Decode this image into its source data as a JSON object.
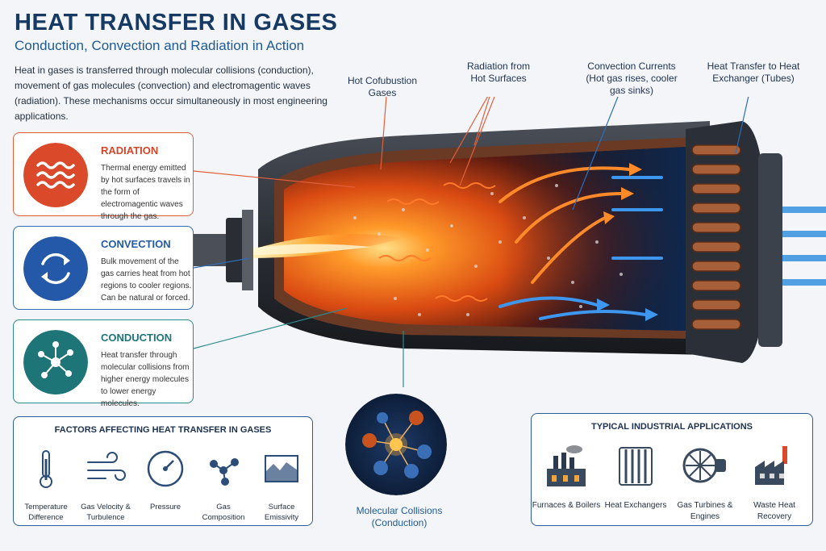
{
  "header": {
    "title": "HEAT TRANSFER IN GASES",
    "subtitle": "Conduction, Convection and Radiation in Action",
    "intro": "Heat in gases is transferred through molecular collisions (conduction), movement of gas molecules (convection) and electromagentic waves (radiation). These mechanisms occur simultaneously in most engineering applications."
  },
  "mechanisms": [
    {
      "title": "RADIATION",
      "body": "Thermal energy emitted by hot surfaces travels in the form of electromagentic waves through the gas.",
      "icon": "wave-icon",
      "color": "#e0603a"
    },
    {
      "title": "CONVECTION",
      "body": "Bulk movement of the gas carries heat from hot regions to cooler regions. Can be natural or forced.",
      "icon": "circular-arrows-icon",
      "color": "#2f6db8"
    },
    {
      "title": "CONDUCTION",
      "body": "Heat transfer through molecular collisions from higher energy molecules to lower energy molecules.",
      "icon": "molecule-network-icon",
      "color": "#2a8a8c"
    }
  ],
  "callouts": {
    "combustion": "Hot Cofubustion Gases",
    "radiation": "Radiation from Hot Surfaces",
    "convection": "Convection Currents (Hot gas rises, cooler gas sinks)",
    "exchanger": "Heat Transfer to Heat Exchanger (Tubes)"
  },
  "molecular": {
    "caption": "Molecular Collisions (Conduction)"
  },
  "factors": {
    "title": "FACTORS AFFECTING HEAT TRANSFER IN GASES",
    "items": [
      {
        "label": "Temperature Difference",
        "icon": "thermometer-icon"
      },
      {
        "label": "Gas Velocity & Turbulence",
        "icon": "wind-icon"
      },
      {
        "label": "Pressure",
        "icon": "pressure-gauge-icon"
      },
      {
        "label": "Gas Composition",
        "icon": "molecule-icon"
      },
      {
        "label": "Surface Emissivity",
        "icon": "surface-icon"
      }
    ]
  },
  "applications": {
    "title": "TYPICAL INDUSTRIAL APPLICATIONS",
    "items": [
      {
        "label": "Furnaces & Boilers",
        "icon": "factory-icon"
      },
      {
        "label": "Heat Exchangers",
        "icon": "heat-exchanger-icon"
      },
      {
        "label": "Gas Turbines & Engines",
        "icon": "turbine-icon"
      },
      {
        "label": "Waste Heat Recovery",
        "icon": "plant-icon"
      }
    ]
  },
  "colors": {
    "hot": "#ff6a1a",
    "cool": "#2e8be0",
    "title": "#163a63"
  }
}
